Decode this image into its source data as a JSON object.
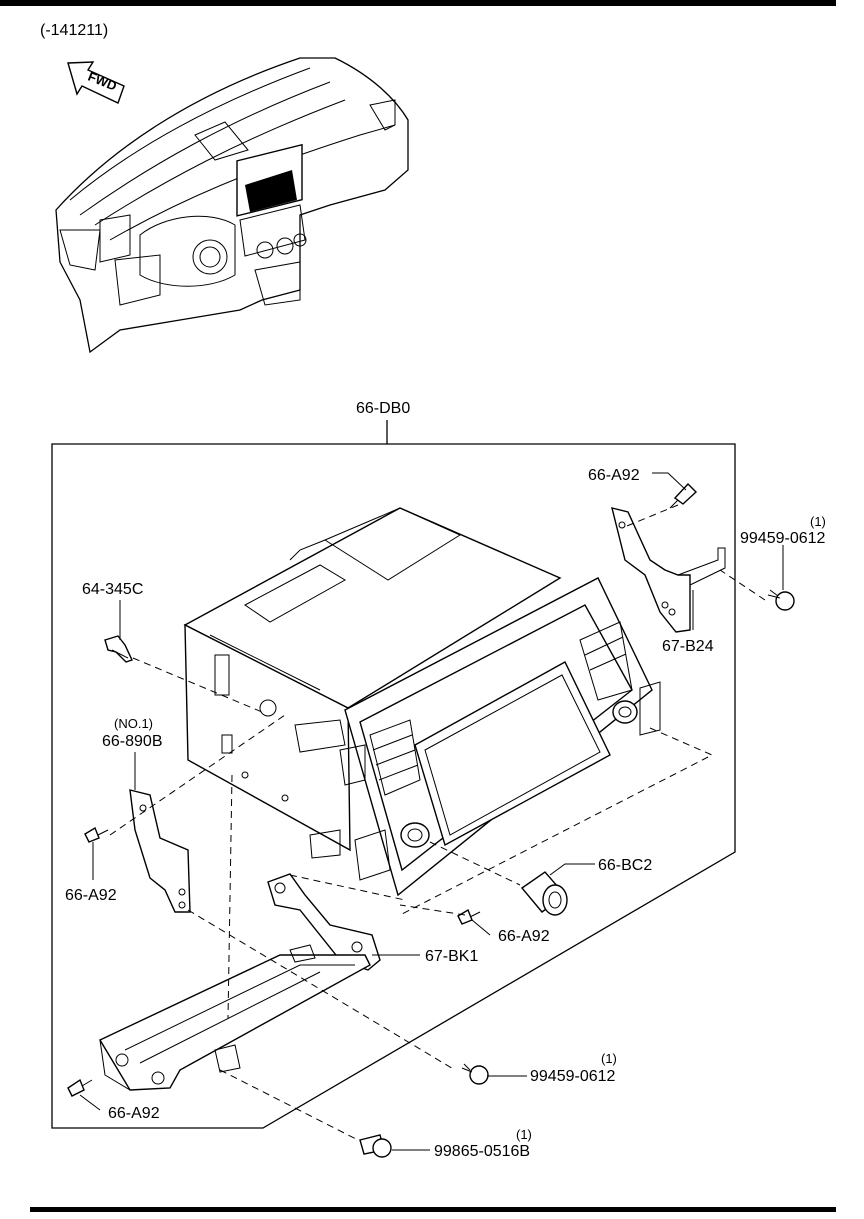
{
  "date_code": "(-141211)",
  "fwd_label": "FWD",
  "assembly_label": "66-DB0",
  "callouts": {
    "a92_top": "66-A92",
    "c94459_top_qty": "(1)",
    "c94459_top": "99459-0612",
    "b24": "67-B24",
    "c345c": "64-345C",
    "no1": "(NO.1)",
    "c890b": "66-890B",
    "a92_left": "66-A92",
    "bc2": "66-BC2",
    "a92_mid": "66-A92",
    "bk1": "67-BK1",
    "c94459_bot_qty": "(1)",
    "c94459_bot": "99459-0612",
    "a92_bottom": "66-A92",
    "c99865_qty": "(1)",
    "c99865": "99865-0516B"
  }
}
